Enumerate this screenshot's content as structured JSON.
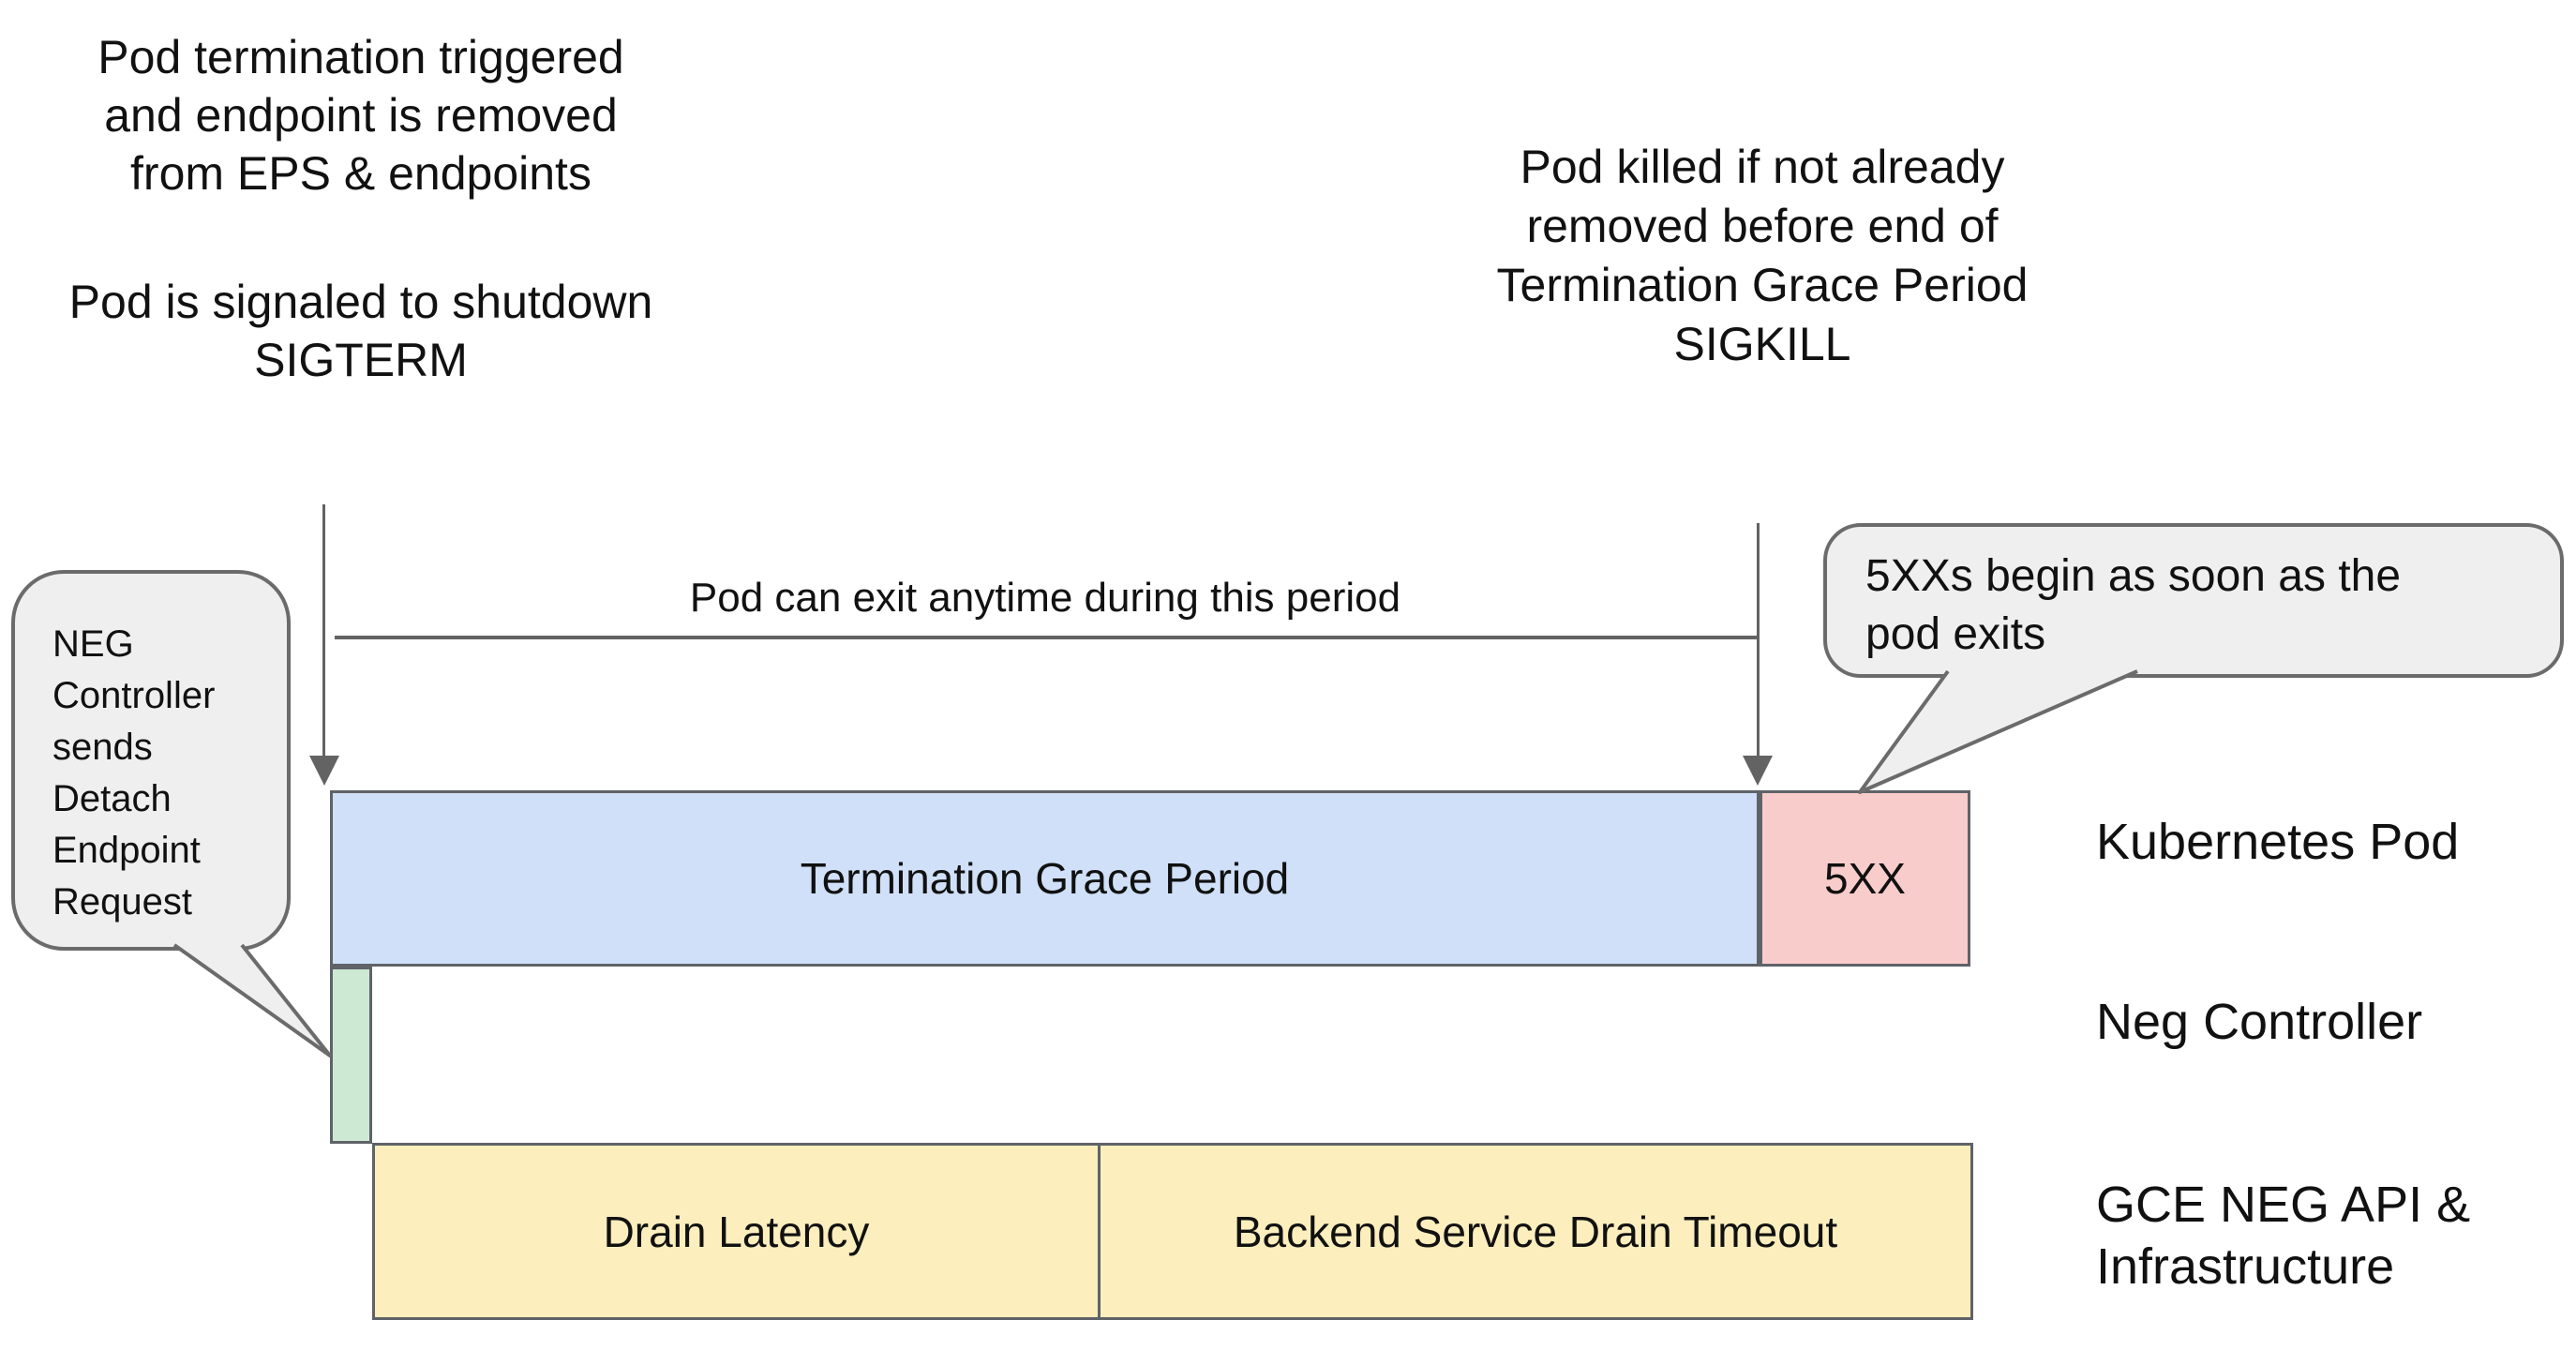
{
  "title": "Kubernetes pod termination / NEG drain timeline diagram",
  "colors": {
    "background": "#ffffff",
    "text": "#111111",
    "line_gray": "#636363",
    "bar_border_gray": "#5f6368",
    "callout_fill": "#efefef",
    "callout_border": "#6b6b6b",
    "grace_period_blue": "#cfe0f8",
    "error_5xx_red": "#f9cccc",
    "neg_controller_green": "#cde9d3",
    "drain_yellow": "#fceebd"
  },
  "annotations": {
    "pod_termination": {
      "lines": [
        "Pod termination triggered",
        "and endpoint is removed",
        "from EPS & endpoints"
      ]
    },
    "pod_signaled": {
      "lines": [
        "Pod is signaled to shutdown",
        "SIGTERM"
      ]
    },
    "pod_killed": {
      "lines": [
        "Pod killed if not already",
        "removed before end of",
        "Termination Grace Period",
        "SIGKILL"
      ]
    },
    "pod_can_exit": "Pod can exit anytime during this period"
  },
  "callouts": {
    "neg_detach": {
      "lines": [
        "NEG",
        "Controller",
        "sends",
        "Detach",
        "Endpoint",
        "Request"
      ]
    },
    "fivexx_begin": {
      "lines": [
        "5XXs begin as soon as the",
        "pod exits"
      ]
    }
  },
  "bars": {
    "grace_label": "Termination Grace Period",
    "error_label": "5XX",
    "drain_latency_label": "Drain Latency",
    "backend_timeout_label": "Backend Service Drain Timeout"
  },
  "rows": [
    {
      "label": [
        "Kubernetes Pod"
      ]
    },
    {
      "label": [
        "Neg Controller"
      ]
    },
    {
      "label": [
        "GCE NEG API &",
        "Infrastructure"
      ]
    }
  ]
}
